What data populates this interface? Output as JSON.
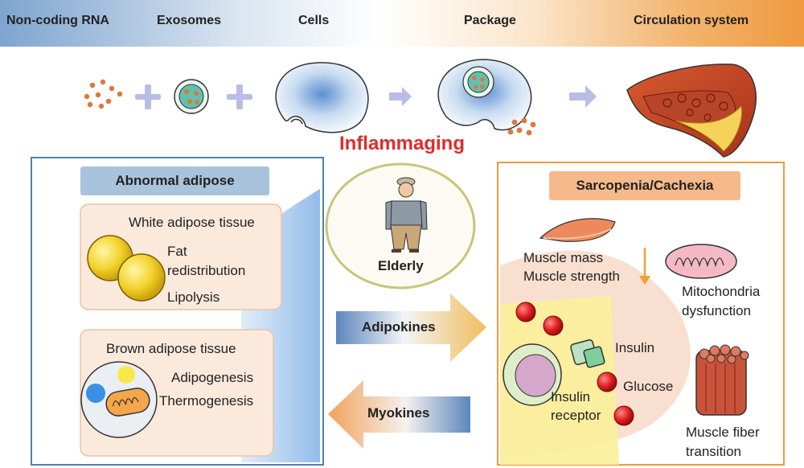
{
  "header": {
    "steps": [
      "Non-coding RNA",
      "Exosomes",
      "Cells",
      "Package",
      "Circulation system"
    ]
  },
  "center": {
    "title": "Inflammaging",
    "person_label": "Elderly",
    "arrow_right_label": "Adipokines",
    "arrow_left_label": "Myokines"
  },
  "left_panel": {
    "title": "Abnormal adipose",
    "white": {
      "title": "White adipose tissue",
      "item1_line1": "Fat",
      "item1_line2": "redistribution",
      "item2": "Lipolysis"
    },
    "brown": {
      "title": "Brown adipose tissue",
      "item1": "Adipogenesis",
      "item2": "Thermogenesis"
    }
  },
  "right_panel": {
    "title": "Sarcopenia/Cachexia",
    "muscle_line1": "Muscle mass",
    "muscle_line2": "Muscle strength",
    "mito_line1": "Mitochondria",
    "mito_line2": "dysfunction",
    "insulin": "Insulin",
    "glucose": "Glucose",
    "receptor_line1": "Insulin",
    "receptor_line2": "receptor",
    "fiber_line1": "Muscle fiber",
    "fiber_line2": "transition"
  },
  "colors": {
    "left_border": "#4f7fb5",
    "right_border": "#ee9b3b",
    "title_red": "#e02b2b",
    "left_tag": "#a9c3dd",
    "right_tag": "#f5b98a"
  }
}
